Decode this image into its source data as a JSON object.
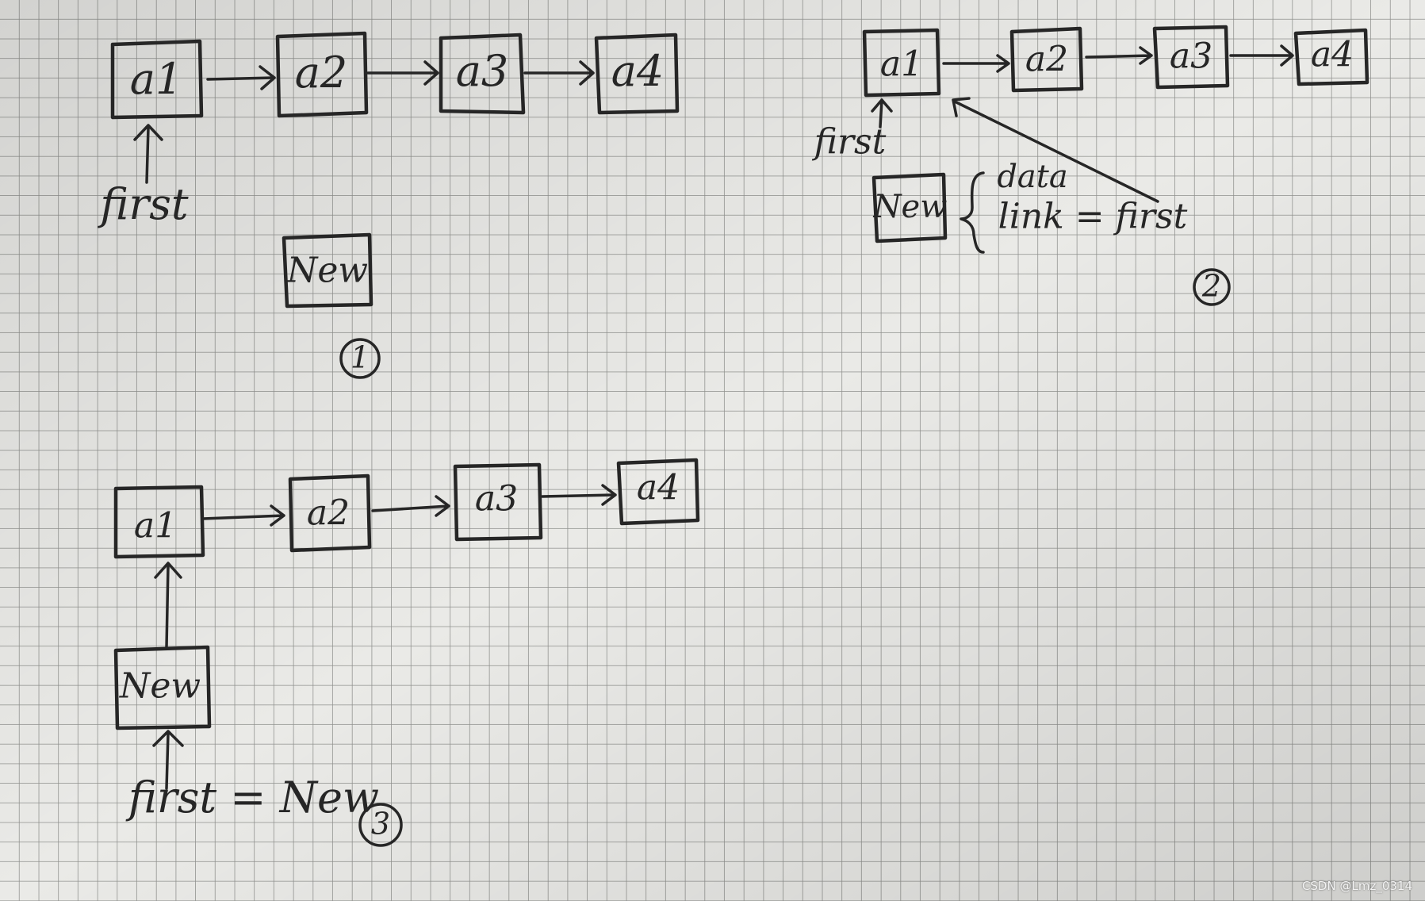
{
  "colors": {
    "paper": "#b4b5b3",
    "grid": "#e9e9e6",
    "grid_shadow": "#8f908d",
    "ink": "#262626"
  },
  "diagram_1": {
    "nodes": [
      "a1",
      "a2",
      "a3",
      "a4"
    ],
    "pointer_label": "first",
    "new_node": "New",
    "step_number": "1"
  },
  "diagram_2": {
    "nodes": [
      "a1",
      "a2",
      "a3",
      "a4"
    ],
    "pointer_label": "first",
    "new_node": "New",
    "field_data": "data",
    "field_link": "link = first",
    "step_number": "2"
  },
  "diagram_3": {
    "nodes": [
      "a1",
      "a2",
      "a3",
      "a4"
    ],
    "new_node": "New",
    "assignment": "first = New",
    "step_number": "3"
  },
  "watermark": "CSDN @Lmz_0314"
}
